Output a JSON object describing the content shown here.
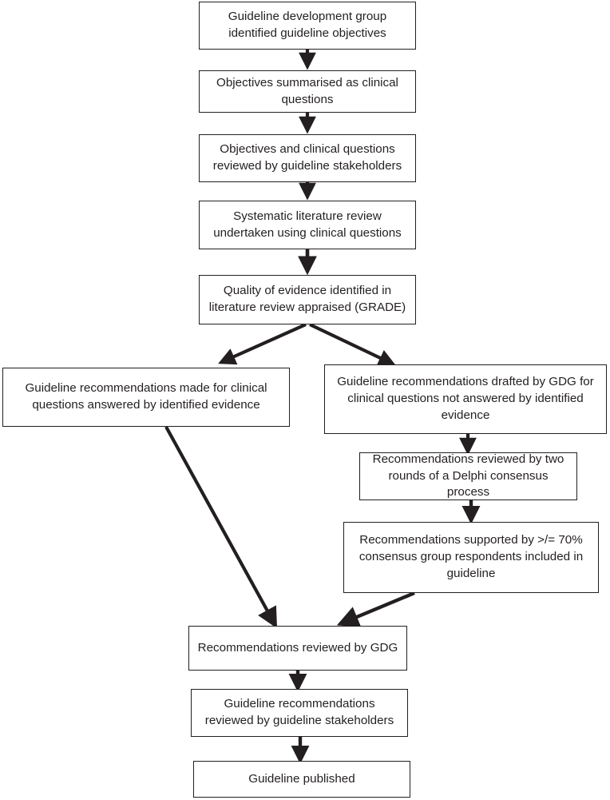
{
  "diagram": {
    "title": "Guideline development process flowchart",
    "background_color": "#ffffff",
    "stroke_color": "#231f20",
    "nodes": [
      {
        "id": "n1",
        "name": "guideline-objectives-box",
        "text": "Guideline development group identified guideline objectives"
      },
      {
        "id": "n2",
        "name": "objectives-summarised-box",
        "text": "Objectives summarised as clinical questions"
      },
      {
        "id": "n3",
        "name": "objectives-reviewed-box",
        "text": "Objectives and clinical questions reviewed by guideline stakeholders"
      },
      {
        "id": "n4",
        "name": "systematic-review-box",
        "text": "Systematic literature review undertaken using clinical questions"
      },
      {
        "id": "n5",
        "name": "grade-appraisal-box",
        "text": "Quality of evidence identified in literature review appraised (GRADE)"
      },
      {
        "id": "n6",
        "name": "recommendations-answered-box",
        "text": "Guideline recommendations made for clinical questions answered by identified evidence"
      },
      {
        "id": "n7",
        "name": "recommendations-drafted-box",
        "text": "Guideline recommendations drafted by GDG for clinical questions not answered by identified evidence"
      },
      {
        "id": "n8",
        "name": "delphi-consensus-box",
        "text": "Recommendations reviewed by two rounds of a Delphi consensus process"
      },
      {
        "id": "n9",
        "name": "consensus-threshold-box",
        "text": "Recommendations supported by >/= 70% consensus group respondents included in guideline"
      },
      {
        "id": "n10",
        "name": "recommendations-reviewed-gdg-box",
        "text": "Recommendations reviewed by GDG"
      },
      {
        "id": "n11",
        "name": "recommendations-reviewed-stakeholders-box",
        "text": "Guideline recommendations reviewed by guideline stakeholders"
      },
      {
        "id": "n12",
        "name": "guideline-published-box",
        "text": "Guideline published"
      }
    ],
    "edges": [
      {
        "name": "arrow-n1-n2",
        "from": "n1",
        "to": "n2",
        "style": "vertical"
      },
      {
        "name": "arrow-n2-n3",
        "from": "n2",
        "to": "n3",
        "style": "vertical"
      },
      {
        "name": "arrow-n3-n4",
        "from": "n3",
        "to": "n4",
        "style": "vertical"
      },
      {
        "name": "arrow-n4-n5",
        "from": "n4",
        "to": "n5",
        "style": "vertical"
      },
      {
        "name": "arrow-n5-n6",
        "from": "n5",
        "to": "n6",
        "style": "diagonal-left"
      },
      {
        "name": "arrow-n5-n7",
        "from": "n5",
        "to": "n7",
        "style": "diagonal-right"
      },
      {
        "name": "arrow-n6-n10",
        "from": "n6",
        "to": "n10",
        "style": "diagonal-long"
      },
      {
        "name": "arrow-n7-n8",
        "from": "n7",
        "to": "n8",
        "style": "vertical"
      },
      {
        "name": "arrow-n8-n9",
        "from": "n8",
        "to": "n9",
        "style": "vertical"
      },
      {
        "name": "arrow-n9-n10",
        "from": "n9",
        "to": "n10",
        "style": "diagonal-left"
      },
      {
        "name": "arrow-n10-n11",
        "from": "n10",
        "to": "n11",
        "style": "vertical"
      },
      {
        "name": "arrow-n11-n12",
        "from": "n11",
        "to": "n12",
        "style": "vertical"
      }
    ]
  }
}
